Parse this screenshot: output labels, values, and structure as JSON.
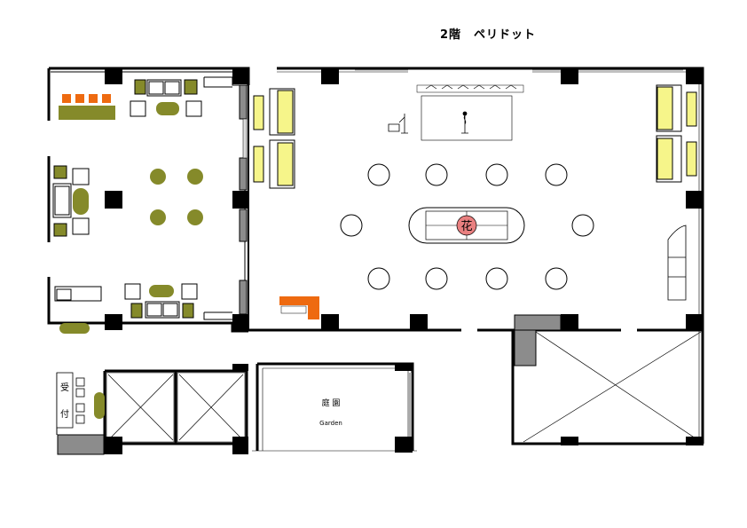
{
  "title": "2階　ペリドット",
  "labels": {
    "flower": "花",
    "garden_jp": "庭 園",
    "garden_en": "Garden",
    "reception_1": "受",
    "reception_2": "付"
  },
  "colors": {
    "wall": "#000000",
    "olive": "#858a2a",
    "orange": "#ee6a10",
    "yellow": "#f6f58a",
    "gray_panel": "#8c8c8c",
    "flower": "#e98080",
    "light_gray": "#cccccc"
  }
}
